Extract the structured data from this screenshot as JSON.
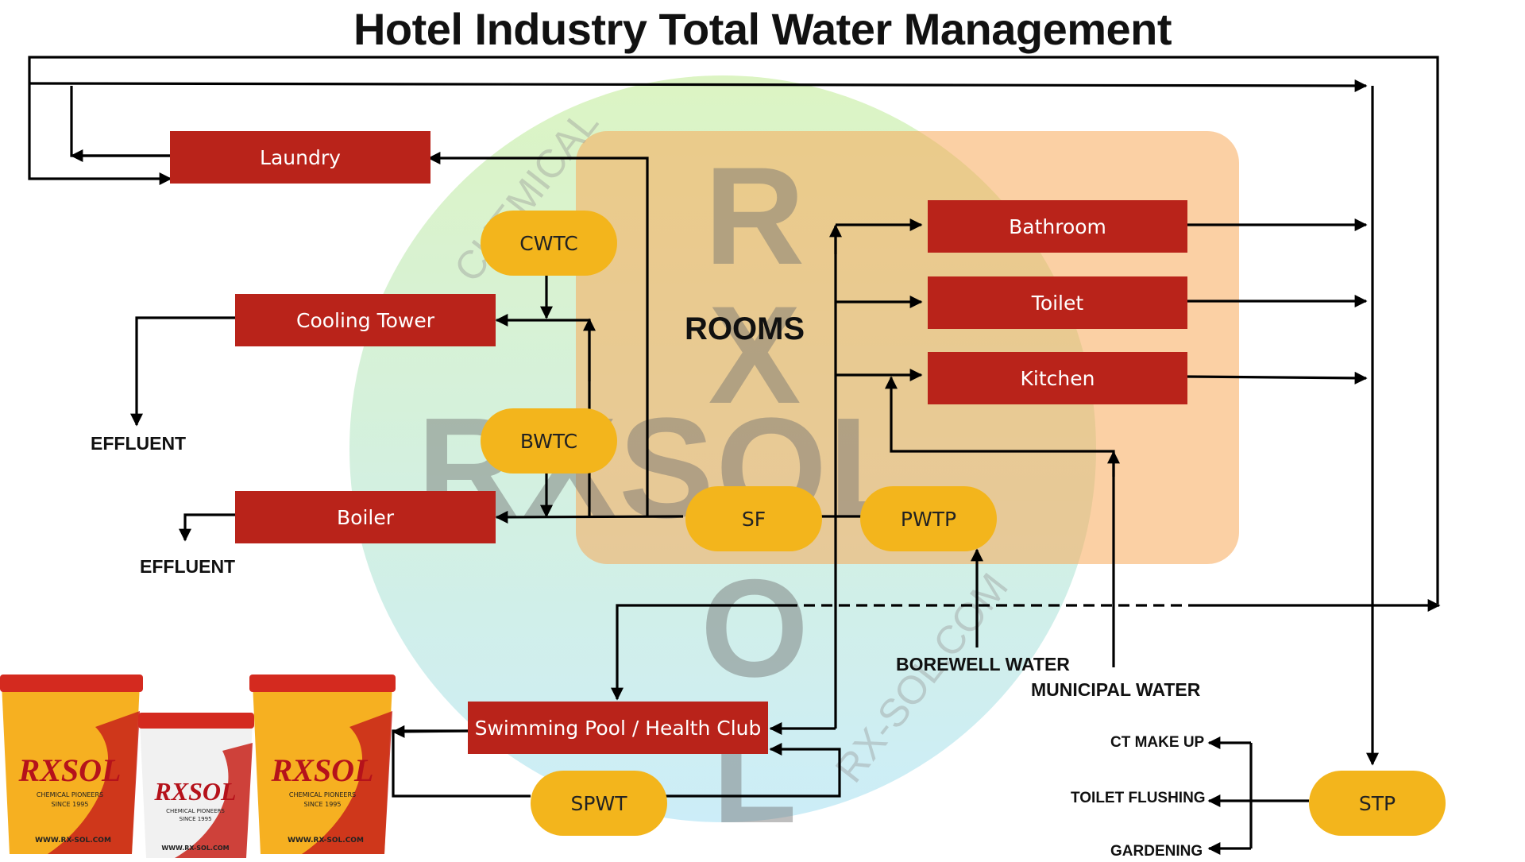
{
  "title": "Hotel Industry Total Water Management",
  "rooms": "ROOMS",
  "nodes": {
    "laundry": "Laundry",
    "cooling_tower": "Cooling Tower",
    "boiler": "Boiler",
    "bathroom": "Bathroom",
    "toilet": "Toilet",
    "kitchen": "Kitchen",
    "swimming_pool": "Swimming Pool / Health Club",
    "cwtc": "CWTC",
    "bwtc": "BWTC",
    "sf": "SF",
    "pwtp": "PWTP",
    "spwt": "SPWT",
    "stp": "STP"
  },
  "labels": {
    "effluent_1": "EFFLUENT",
    "effluent_2": "EFFLUENT",
    "borewell": "BOREWELL WATER",
    "municipal": "MUNICIPAL WATER",
    "ct_makeup": "CT MAKE UP",
    "toilet_flushing": "TOILET FLUSHING",
    "gardening": "GARDENING"
  },
  "watermark": {
    "rx": "RX",
    "rxsol": "RXSOL",
    "ol": "OL",
    "chemical": "CHEMICAL",
    "site": "RX-SOL.COM"
  },
  "buckets": {
    "brand": "RXSOL",
    "tagline": "CHEMICAL PIONEERS",
    "since": "SINCE 1995",
    "site": "WWW.RX-SOL.COM"
  },
  "colors": {
    "box": "#b9231a",
    "pill": "#f3b51c",
    "rooms": "#f8aa5a",
    "line": "#000000"
  }
}
